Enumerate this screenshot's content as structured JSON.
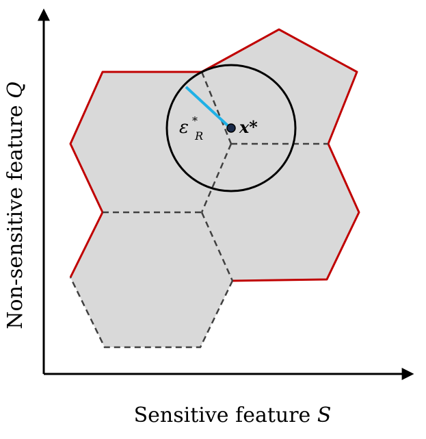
{
  "axes": {
    "x_label_prefix": "Sensitive feature ",
    "x_label_var": "S",
    "y_label_prefix": "Non-sensitive feature ",
    "y_label_var": "Q"
  },
  "annotations": {
    "point_label": "x*",
    "radius_symbol": "ε",
    "radius_superscript": "*",
    "radius_subscript": "R"
  },
  "colors": {
    "region_fill": "#d9d9d9",
    "region_boundary": "#c00000",
    "internal_edge": "#404040",
    "radius_line": "#1fb0e6",
    "circle": "#000000",
    "axes": "#000000"
  }
}
